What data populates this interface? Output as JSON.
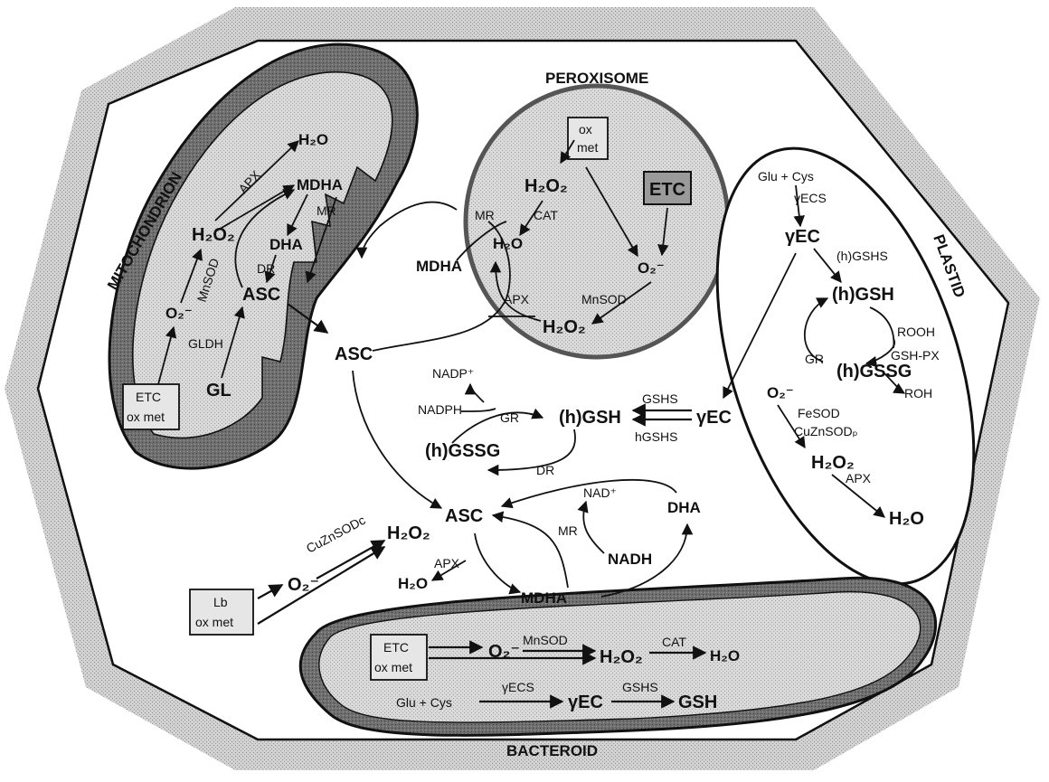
{
  "organelles": {
    "peroxisome": "PEROXISOME",
    "mitochondrion": "MITOCHONDRION",
    "plastid": "PLASTID",
    "bacteroid": "BACTEROID"
  },
  "mito": {
    "h2o": "H₂O",
    "apx": "APX",
    "mdha": "MDHA",
    "mr": "MR",
    "h2o2": "H₂O₂",
    "dha": "DHA",
    "dr": "DR",
    "mnsod": "MnSOD",
    "o2": "O₂⁻",
    "asc": "ASC",
    "gldh": "GLDH",
    "gl": "GL",
    "etc_line1": "ETC",
    "etc_line2": "ox met"
  },
  "perox": {
    "ox_line1": "ox",
    "ox_line2": "met",
    "h2o2_top": "H₂O₂",
    "cat": "CAT",
    "etc": "ETC",
    "h2o": "H₂O",
    "mr": "MR",
    "mdha": "MDHA",
    "o2": "O₂⁻",
    "mnsod": "MnSOD",
    "apx": "APX",
    "h2o2_bottom": "H₂O₂"
  },
  "plastid": {
    "glu_cys": "Glu + Cys",
    "gecs": "γECS",
    "gec": "γEC",
    "hgshs": "(h)GSHS",
    "hgsh": "(h)GSH",
    "rooh": "ROOH",
    "gr": "GR",
    "gshpx": "GSH-PX",
    "hgssg": "(h)GSSG",
    "roh": "ROH",
    "o2": "O₂⁻",
    "fesod": "FeSOD",
    "cuznsod": "CuZnSODₚ",
    "h2o2": "H₂O₂",
    "apx": "APX",
    "h2o": "H₂O"
  },
  "cytosol": {
    "asc_top": "ASC",
    "nadp": "NADP⁺",
    "nadph": "NADPH",
    "gr": "GR",
    "hgsh": "(h)GSH",
    "gshs": "GSHS",
    "hgshs": "hGSHS",
    "gec": "γEC",
    "hgssg": "(h)GSSG",
    "dr": "DR",
    "asc": "ASC",
    "nad": "NAD⁺",
    "dha": "DHA",
    "mr": "MR",
    "nadh": "NADH",
    "cuznsod": "CuZnSODc",
    "o2": "O₂⁻",
    "h2o2": "H₂O₂",
    "apx": "APX",
    "h2o": "H₂O",
    "mdha": "MDHA",
    "lb_line1": "Lb",
    "lb_line2": "ox met"
  },
  "bacteroid": {
    "etc_line1": "ETC",
    "etc_line2": "ox met",
    "o2": "O₂⁻",
    "mnsod": "MnSOD",
    "h2o2": "H₂O₂",
    "cat": "CAT",
    "h2o": "H₂O",
    "glu_cys": "Glu + Cys",
    "gecs": "γECS",
    "gec": "γEC",
    "gshs": "GSHS",
    "gsh": "GSH"
  },
  "colors": {
    "stipple_cell": "#cfcfcf",
    "stipple_dark": "#6a6a6a",
    "stipple_light": "#d9d9d9",
    "ink": "#111111"
  }
}
